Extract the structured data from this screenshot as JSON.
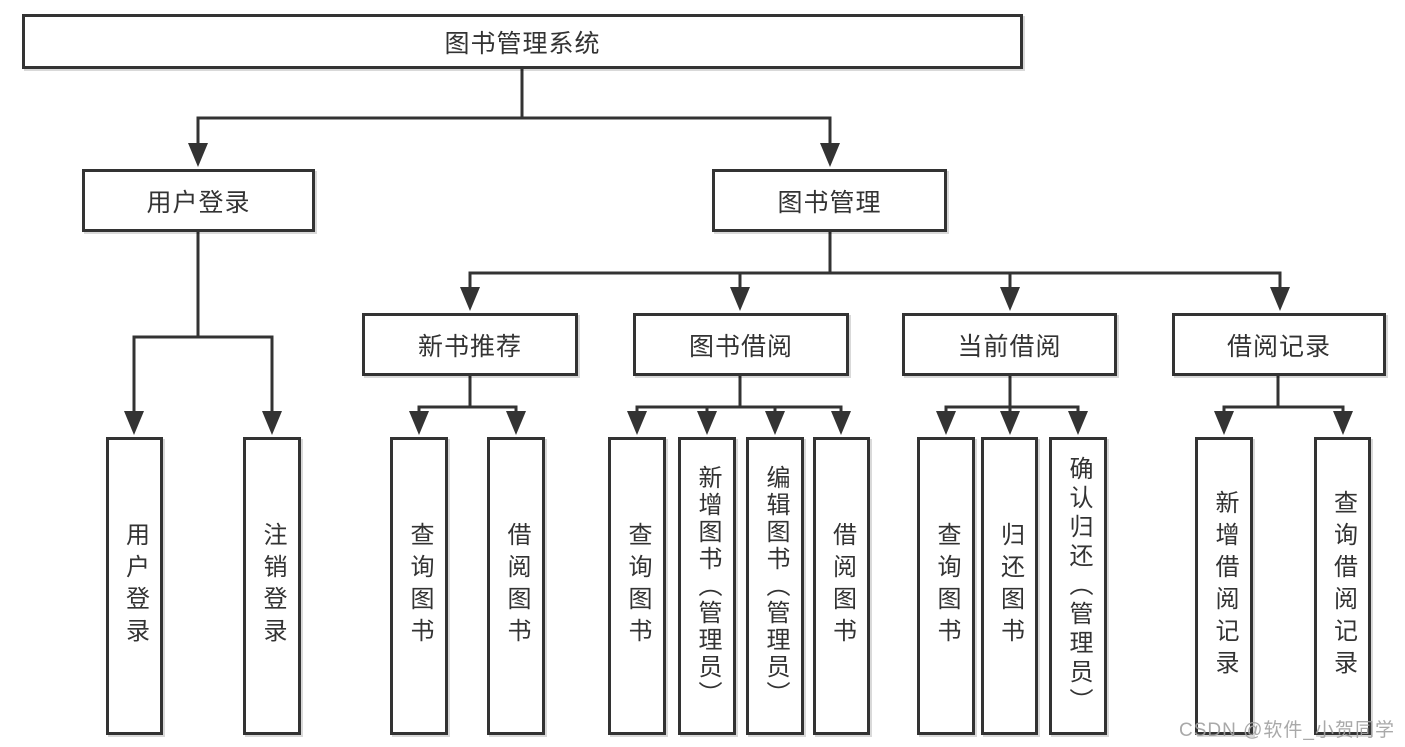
{
  "nodes": {
    "root": "图书管理系统",
    "user_login": "用户登录",
    "book_mgmt": "图书管理",
    "login_leaves": [
      "用户登录",
      "注销登录"
    ],
    "level2": [
      "新书推荐",
      "图书借阅",
      "当前借阅",
      "借阅记录"
    ],
    "new_book_leaves": [
      "查询图书",
      "借阅图书"
    ],
    "borrow_leaves": [
      "查询图书",
      "新增图书（管理员）",
      "编辑图书（管理员）",
      "借阅图书"
    ],
    "current_leaves": [
      "查询图书",
      "归还图书",
      "确认归还（管理员）"
    ],
    "record_leaves": [
      "新增借阅记录",
      "查询借阅记录"
    ]
  },
  "watermark": "CSDN @软件_小贺同学",
  "colors": {
    "line": "#333333",
    "text": "#333333",
    "background": "#ffffff",
    "watermark": "#a2a2a2"
  }
}
